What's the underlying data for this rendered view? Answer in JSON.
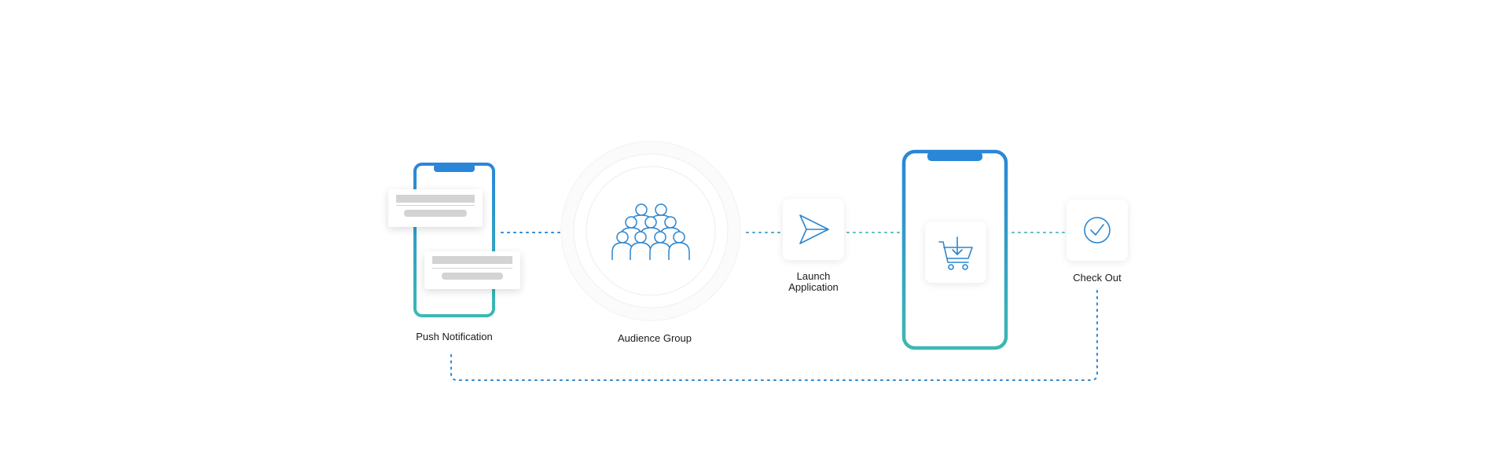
{
  "diagram": {
    "steps": [
      {
        "id": "push",
        "label": "Push Notification",
        "icon": "phone-with-notifications-icon"
      },
      {
        "id": "audience",
        "label": "Audience Group",
        "icon": "people-group-icon"
      },
      {
        "id": "launch",
        "label": "Launch\nApplication",
        "icon": "paper-plane-icon"
      },
      {
        "id": "cart",
        "label": "",
        "icon": "cart-download-icon"
      },
      {
        "id": "checkout",
        "label": "Check Out",
        "icon": "checkmark-circle-icon"
      }
    ],
    "colors": {
      "blue": "#2a8ad6",
      "teal": "#3bb3b3",
      "dot_blue": "#2f86d0",
      "dot_teal": "#5bbcc0",
      "text": "#1b1b1b"
    }
  }
}
